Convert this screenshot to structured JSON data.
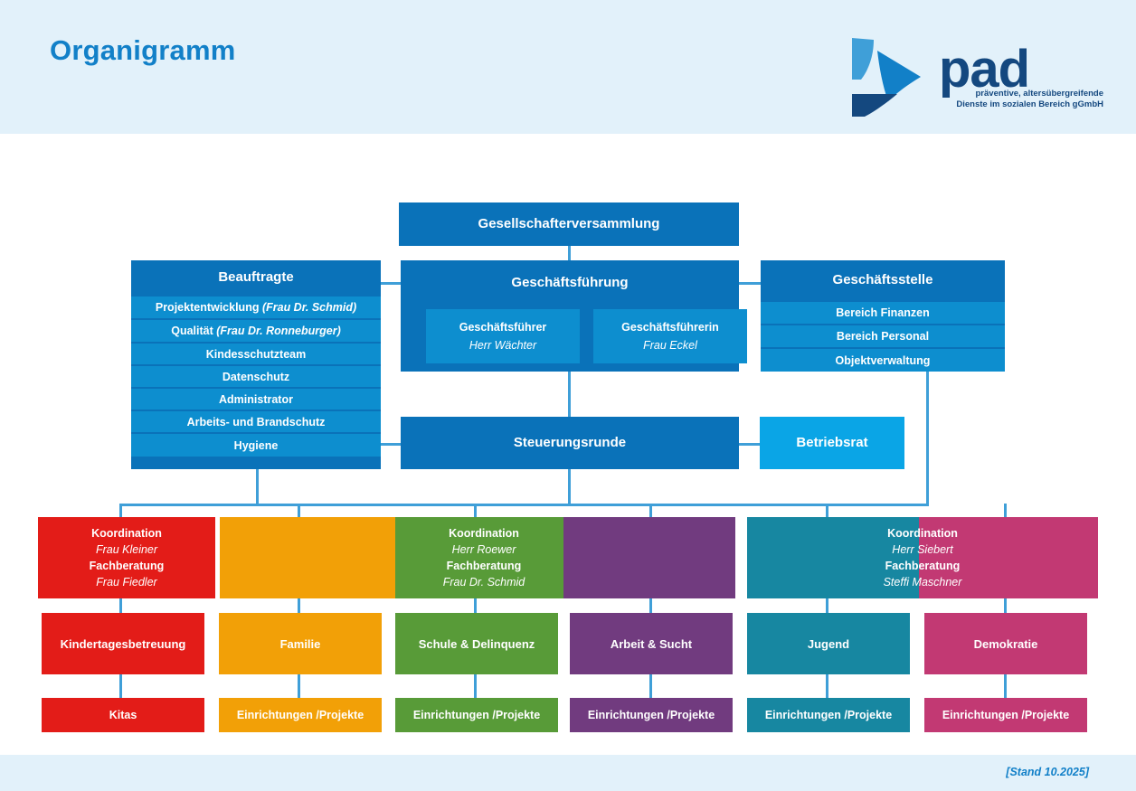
{
  "header": {
    "title": "Organigramm",
    "logo": {
      "wordmark": "pad",
      "tagline_line1": "präventive, altersübergreifende",
      "tagline_line2": "Dienste im sozialen Bereich gGmbH"
    }
  },
  "chart": {
    "assembly": {
      "title": "Gesellschafterversammlung"
    },
    "beauftragte": {
      "title": "Beauftragte",
      "items": [
        {
          "label": "Projektentwicklung",
          "person": "(Frau Dr. Schmid)"
        },
        {
          "label": "Qualität",
          "person": "(Frau Dr. Ronneburger)"
        },
        {
          "label": "Kindesschutzteam",
          "person": ""
        },
        {
          "label": "Datenschutz",
          "person": ""
        },
        {
          "label": "Administrator",
          "person": ""
        },
        {
          "label": "Arbeits- und Brandschutz",
          "person": ""
        },
        {
          "label": "Hygiene",
          "person": ""
        }
      ]
    },
    "geschaeftsfuehrung": {
      "title": "Geschäftsführung",
      "members": [
        {
          "role": "Geschäftsführer",
          "person": "Herr Wächter"
        },
        {
          "role": "Geschäftsführerin",
          "person": "Frau Eckel"
        }
      ]
    },
    "geschaeftsstelle": {
      "title": "Geschäftsstelle",
      "items": [
        "Bereich Finanzen",
        "Bereich Personal",
        "Objektverwaltung"
      ]
    },
    "steuerungsrunde": {
      "title": "Steuerungsrunde"
    },
    "betriebsrat": {
      "title": "Betriebsrat"
    },
    "coordination_groups": [
      {
        "color": "#e31c18",
        "coord_label": "Koordination",
        "coord_person": "Frau Kleiner",
        "advice_label": "Fachberatung",
        "advice_person": "Frau Fiedler"
      },
      {
        "color": "#f2a007",
        "coord_label": "",
        "coord_person": "",
        "advice_label": "",
        "advice_person": ""
      },
      {
        "color": "#589b38",
        "coord_label": "Koordination",
        "coord_person": "Herr Roewer",
        "advice_label": "Fachberatung",
        "advice_person": "Frau Dr. Schmid"
      },
      {
        "color": "#713b7f",
        "coord_label": "",
        "coord_person": "",
        "advice_label": "",
        "advice_person": ""
      },
      {
        "color": "#1787a1",
        "coord_label": "Koordination",
        "coord_person": "Herr Siebert",
        "advice_label": "Fachberatung",
        "advice_person": "Steffi Maschner"
      },
      {
        "color": "#c23973",
        "coord_label": "",
        "coord_person": "",
        "advice_label": "",
        "advice_person": ""
      }
    ],
    "departments": [
      {
        "name": "Kindertagesbetreuung",
        "color": "#e31c18",
        "leaf": "Kitas"
      },
      {
        "name": "Familie",
        "color": "#f2a007",
        "leaf": "Einrichtungen /Projekte"
      },
      {
        "name": "Schule & Delinquenz",
        "color": "#589b38",
        "leaf": "Einrichtungen /Projekte"
      },
      {
        "name": "Arbeit & Sucht",
        "color": "#713b7f",
        "leaf": "Einrichtungen /Projekte"
      },
      {
        "name": "Jugend",
        "color": "#1787a1",
        "leaf": "Einrichtungen /Projekte"
      },
      {
        "name": "Demokratie",
        "color": "#c23973",
        "leaf": "Einrichtungen /Projekte"
      }
    ]
  },
  "footer": {
    "stand": "[Stand 10.2025]"
  },
  "colors": {
    "header_bg": "#e2f1fa",
    "brand_blue": "#1280c8",
    "box_blue_dark": "#0a72b9",
    "box_blue_mid": "#0d8ecf",
    "box_blue_light": "#0aa5e6",
    "connector": "#3f9fd8"
  }
}
